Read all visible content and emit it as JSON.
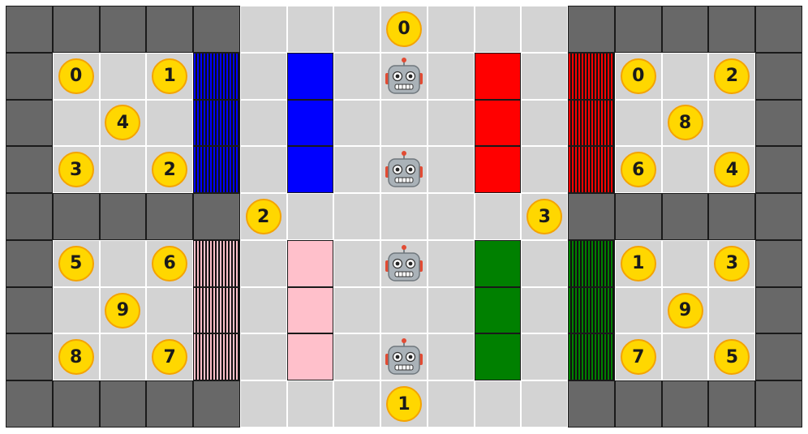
{
  "colors": {
    "wall": "#686868",
    "floor": "#d3d3d3",
    "grid_line": "#ffffff",
    "coin_fill": "#ffd700",
    "coin_border": "#f4a300",
    "blue": "#0000ff",
    "red": "#ff0000",
    "pink": "#ffc0cb",
    "green": "#008000",
    "robot_body": "#aab2b8",
    "robot_accent": "#e24b33"
  },
  "grid": {
    "cols": 17,
    "rows": 9
  },
  "rooms": [
    {
      "name": "room-top-left",
      "color": "blue",
      "door_side": "right",
      "coins": [
        {
          "label": "0",
          "col": 1,
          "row": 1
        },
        {
          "label": "1",
          "col": 3,
          "row": 1
        },
        {
          "label": "4",
          "col": 2,
          "row": 2
        },
        {
          "label": "3",
          "col": 1,
          "row": 3
        },
        {
          "label": "2",
          "col": 3,
          "row": 3
        }
      ]
    },
    {
      "name": "room-top-right",
      "color": "red",
      "door_side": "left",
      "coins": [
        {
          "label": "0",
          "col": 13,
          "row": 1
        },
        {
          "label": "2",
          "col": 15,
          "row": 1
        },
        {
          "label": "8",
          "col": 14,
          "row": 2
        },
        {
          "label": "6",
          "col": 13,
          "row": 3
        },
        {
          "label": "4",
          "col": 15,
          "row": 3
        }
      ]
    },
    {
      "name": "room-bottom-left",
      "color": "pink",
      "door_side": "right",
      "coins": [
        {
          "label": "5",
          "col": 1,
          "row": 5
        },
        {
          "label": "6",
          "col": 3,
          "row": 5
        },
        {
          "label": "9",
          "col": 2,
          "row": 6
        },
        {
          "label": "8",
          "col": 1,
          "row": 7
        },
        {
          "label": "7",
          "col": 3,
          "row": 7
        }
      ]
    },
    {
      "name": "room-bottom-right",
      "color": "green",
      "door_side": "left",
      "coins": [
        {
          "label": "1",
          "col": 13,
          "row": 5
        },
        {
          "label": "3",
          "col": 15,
          "row": 5
        },
        {
          "label": "9",
          "col": 14,
          "row": 6
        },
        {
          "label": "7",
          "col": 13,
          "row": 7
        },
        {
          "label": "5",
          "col": 15,
          "row": 7
        }
      ]
    }
  ],
  "blocks": [
    {
      "color": "blue",
      "col": 6,
      "rows": [
        1,
        2,
        3
      ]
    },
    {
      "color": "red",
      "col": 10,
      "rows": [
        1,
        2,
        3
      ]
    },
    {
      "color": "pink",
      "col": 6,
      "rows": [
        5,
        6,
        7
      ]
    },
    {
      "color": "green",
      "col": 10,
      "rows": [
        5,
        6,
        7
      ]
    }
  ],
  "corridor_coins": [
    {
      "label": "0",
      "col": 8,
      "row": 0
    },
    {
      "label": "2",
      "col": 5,
      "row": 4
    },
    {
      "label": "3",
      "col": 11,
      "row": 4
    },
    {
      "label": "1",
      "col": 8,
      "row": 8
    }
  ],
  "robots": [
    {
      "name": "robot-1",
      "col": 8,
      "row": 1
    },
    {
      "name": "robot-2",
      "col": 8,
      "row": 3
    },
    {
      "name": "robot-3",
      "col": 8,
      "row": 5
    },
    {
      "name": "robot-4",
      "col": 8,
      "row": 7
    }
  ]
}
